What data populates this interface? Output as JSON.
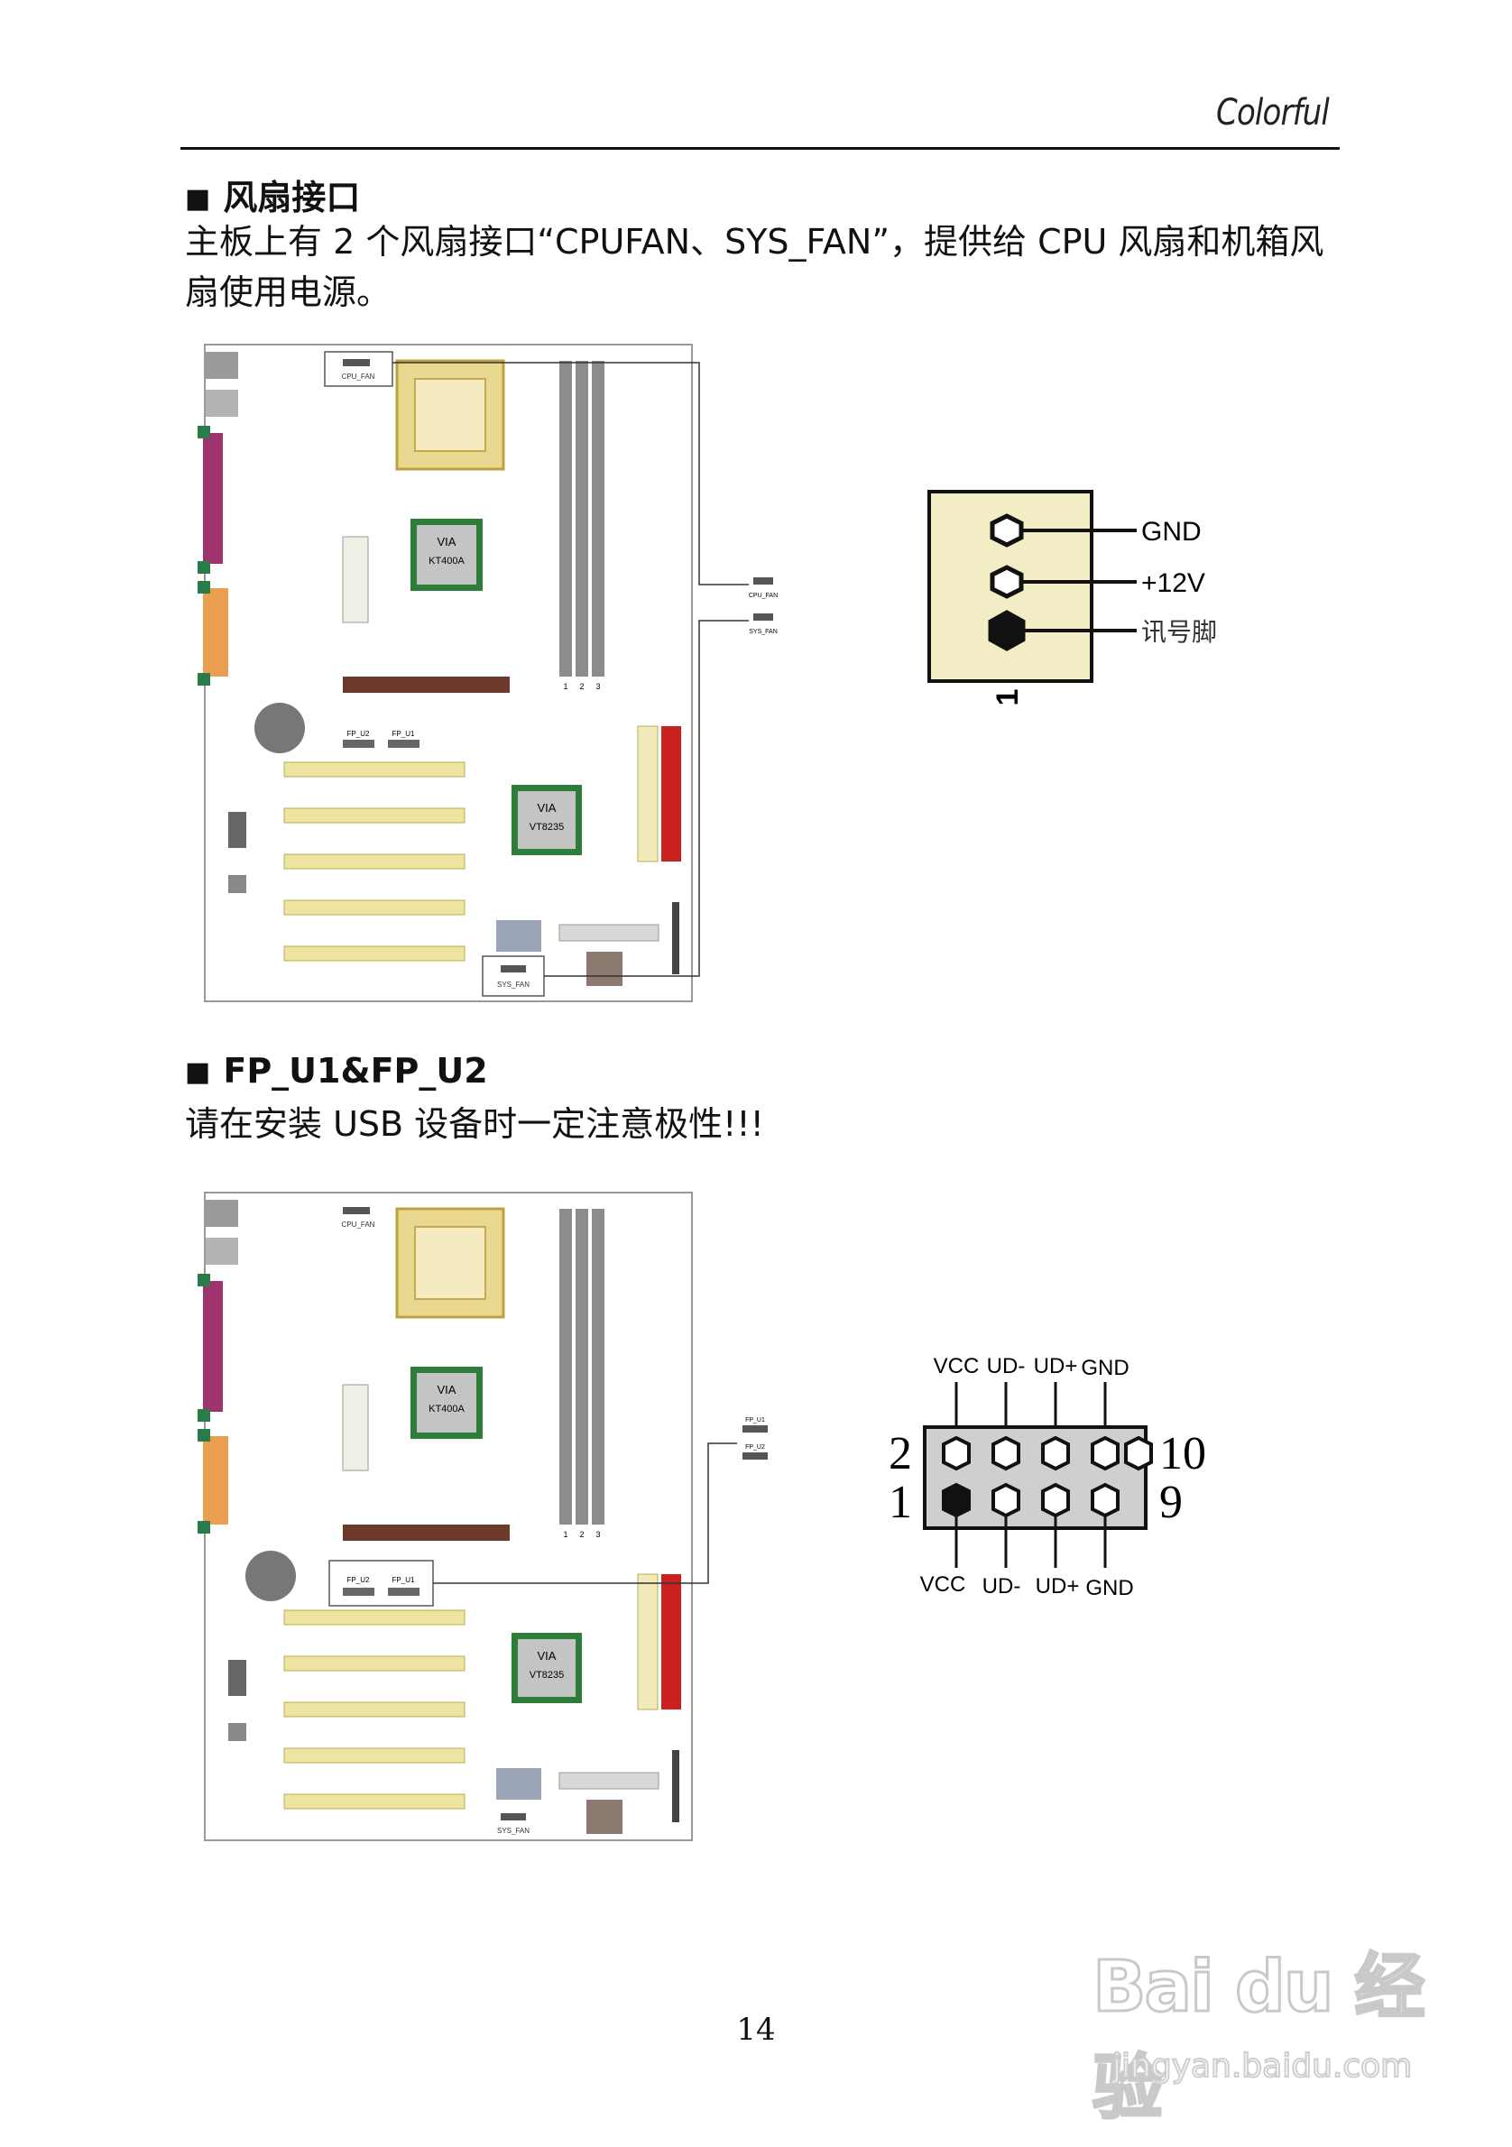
{
  "header": {
    "brand": "Colorful"
  },
  "section1": {
    "bullet": "■",
    "title": "风扇接口",
    "paragraph": "主板上有 2 个风扇接口“CPUFAN、SYS_FAN”，提供给 CPU  风扇和机箱风扇使用电源。"
  },
  "board": {
    "cpu_fan": "CPU_FAN",
    "sys_fan": "SYS_FAN",
    "north_chip": [
      "VIA",
      "KT400A"
    ],
    "south_chip": [
      "VIA",
      "VT8235"
    ],
    "fp_u2": "FP_U2",
    "fp_u1": "FP_U1",
    "dimm_numbers": [
      "1",
      "2",
      "3"
    ]
  },
  "fan_connector": {
    "pins": [
      "GND",
      "+12V",
      "讯号脚"
    ],
    "pin1_label": "1"
  },
  "section2": {
    "bullet": "■",
    "title": "FP_U1&FP_U2",
    "paragraph": "请在安装 USB 设备时一定注意极性!!!"
  },
  "usb_connector": {
    "top_labels": [
      "VCC",
      "UD-",
      "UD+",
      "GND"
    ],
    "bottom_labels": [
      "VCC",
      "UD-",
      "UD+",
      "GND"
    ],
    "row_left": [
      "2",
      "1"
    ],
    "row_right": [
      "10",
      "9"
    ]
  },
  "footer": {
    "page_number": "14"
  },
  "watermark": {
    "logo": "Bai du 经验",
    "url": "jingyan.baidu.com"
  }
}
